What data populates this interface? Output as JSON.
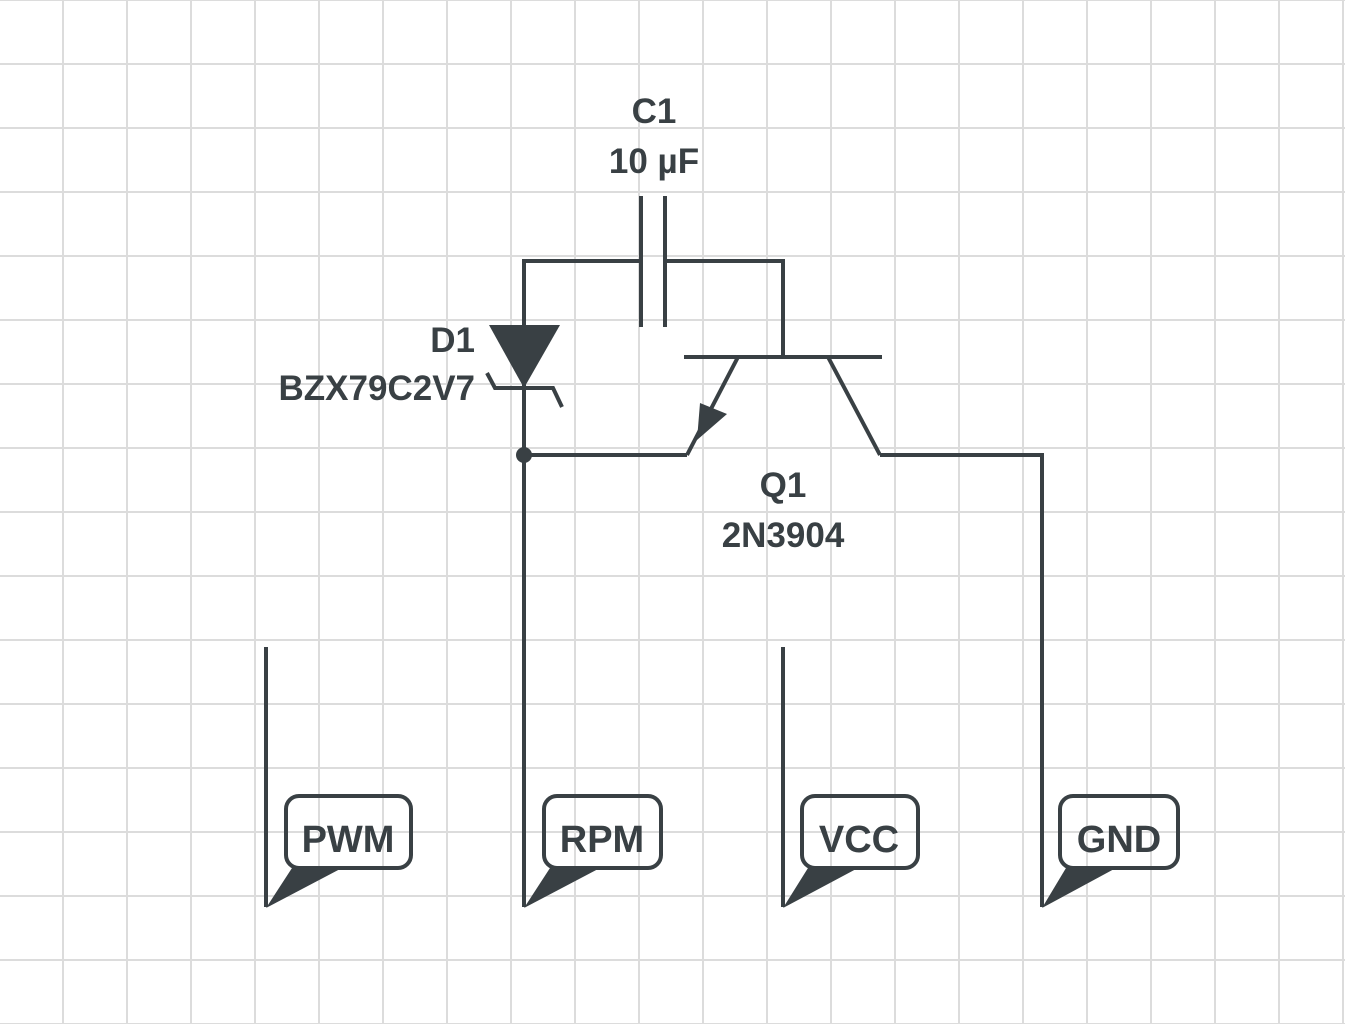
{
  "colors": {
    "ink": "#394044",
    "grid": "#dcdcdc",
    "background": "#ffffff"
  },
  "components": {
    "capacitor": {
      "ref": "C1",
      "value": "10 µF"
    },
    "diode": {
      "ref": "D1",
      "value": "BZX79C2V7",
      "type": "zener"
    },
    "transistor": {
      "ref": "Q1",
      "value": "2N3904",
      "type": "NPN"
    }
  },
  "net_labels": [
    {
      "label": "PWM"
    },
    {
      "label": "RPM"
    },
    {
      "label": "VCC"
    },
    {
      "label": "GND"
    }
  ]
}
